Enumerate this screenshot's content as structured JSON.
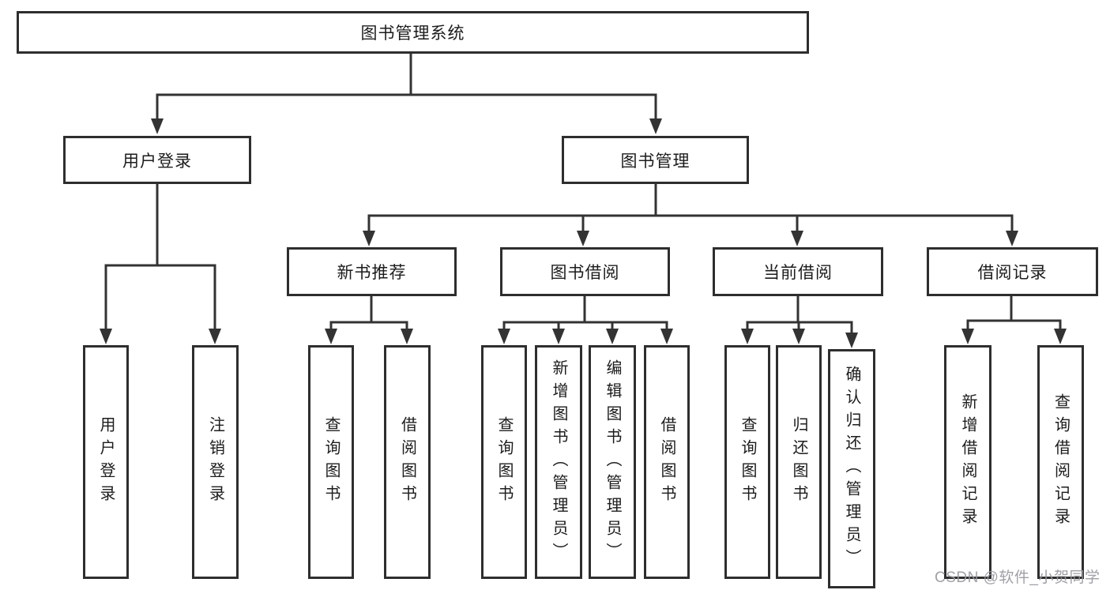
{
  "diagram": {
    "root": "图书管理系统",
    "level2": [
      "用户登录",
      "图书管理"
    ],
    "level3": [
      "新书推荐",
      "图书借阅",
      "当前借阅",
      "借阅记录"
    ],
    "leaves": {
      "user_login": [
        "用户登录",
        "注销登录"
      ],
      "new_book_recommend": [
        "查询图书",
        "借阅图书"
      ],
      "book_borrow": [
        "查询图书",
        "新增图书（管理员）",
        "编辑图书（管理员）",
        "借阅图书"
      ],
      "current_borrow": [
        "查询图书",
        "归还图书",
        "确认归还（管理员）"
      ],
      "borrow_records": [
        "新增借阅记录",
        "查询借阅记录"
      ]
    }
  },
  "watermark": "CSDN @软件_小贺同学",
  "colors": {
    "line": "#333333",
    "box_border": "#2e2e2e",
    "text": "#1c1c1c",
    "watermark": "#98989e",
    "background": "#ffffff"
  }
}
